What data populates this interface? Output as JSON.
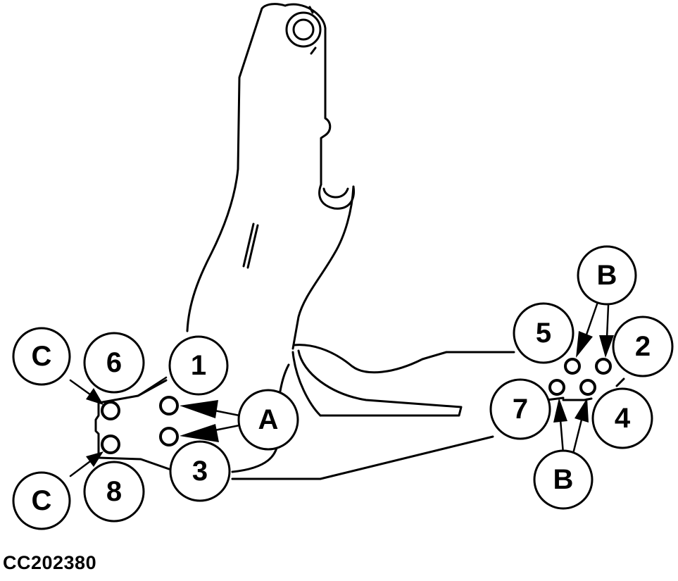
{
  "figure_id": "CC202380",
  "callouts": {
    "c_top": "C",
    "c_bottom": "C",
    "n1": "1",
    "n2": "2",
    "n3": "3",
    "n4": "4",
    "n5": "5",
    "n6": "6",
    "n7": "7",
    "n8": "8",
    "a": "A",
    "b_top": "B",
    "b_bottom": "B"
  }
}
